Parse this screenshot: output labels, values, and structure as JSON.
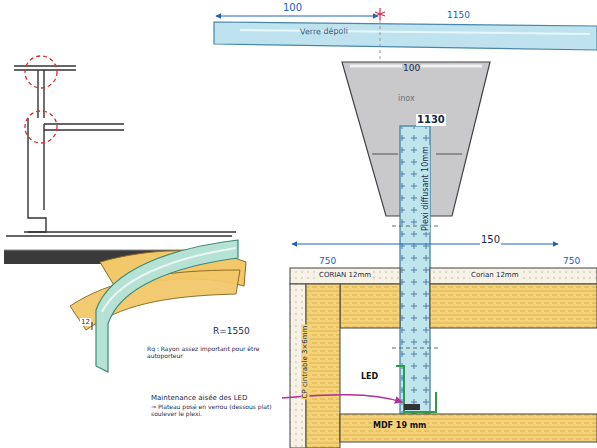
{
  "diagram": {
    "labels": [
      "100",
      "1150",
      "Verre dépoli",
      "100",
      "inox",
      "1130",
      "Plexi diffusant 10mm",
      "150",
      "750",
      "750",
      "CORIAN 12mm",
      "Corian 12mm",
      "CP cintrable 3×6mm",
      "LED",
      "MDF 19 mm",
      "R=1550",
      "12",
      "Rq : Rayon assez important pour être autoporteur",
      "Maintenance aisée des LED",
      "⇒ Plateau posé en verrou (dessous plat) soulever le plexi."
    ]
  }
}
